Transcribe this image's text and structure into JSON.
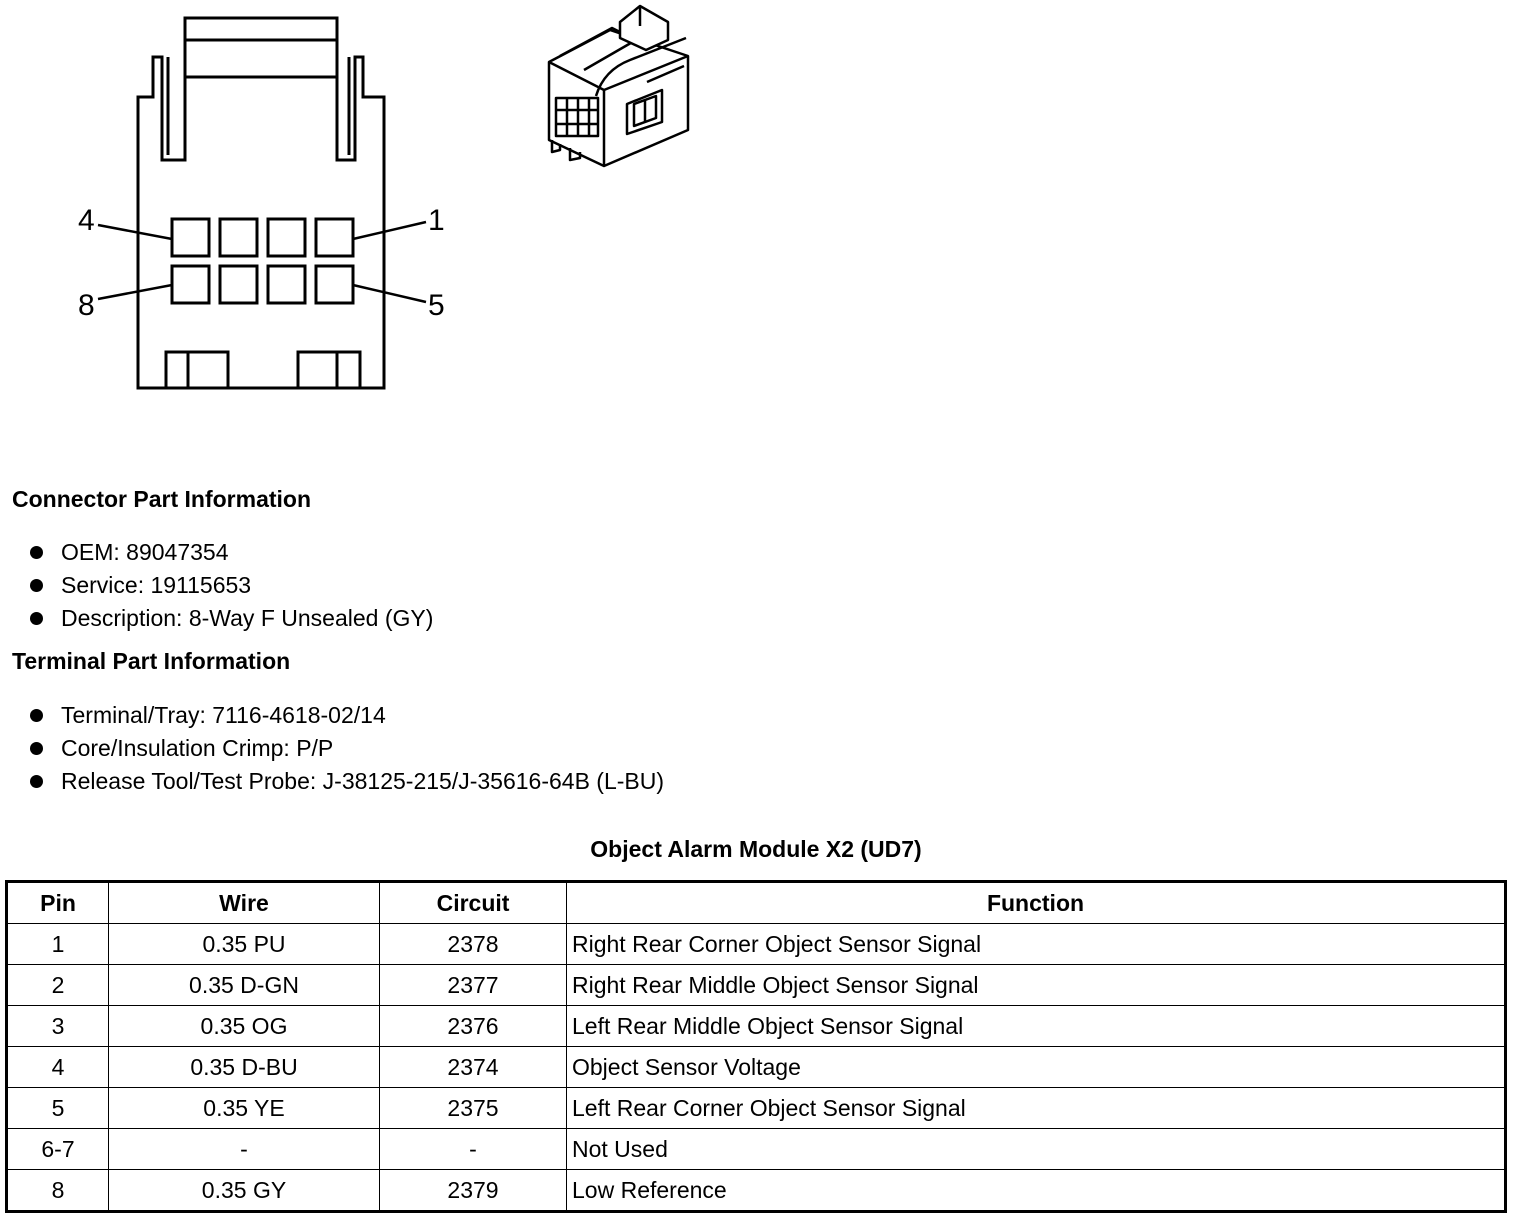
{
  "diagram": {
    "pin_labels": {
      "top_left": "4",
      "top_right": "1",
      "bottom_left": "8",
      "bottom_right": "5"
    }
  },
  "connector_info": {
    "heading": "Connector Part Information",
    "items": [
      "OEM: 89047354",
      "Service: 19115653",
      "Description: 8-Way F Unsealed (GY)"
    ]
  },
  "terminal_info": {
    "heading": "Terminal Part Information",
    "items": [
      "Terminal/Tray: 7116-4618-02/14",
      "Core/Insulation Crimp: P/P",
      "Release Tool/Test Probe: J-38125-215/J-35616-64B (L-BU)"
    ]
  },
  "pin_table": {
    "title": "Object Alarm Module X2 (UD7)",
    "headers": [
      "Pin",
      "Wire",
      "Circuit",
      "Function"
    ],
    "rows": [
      [
        "1",
        "0.35 PU",
        "2378",
        "Right Rear Corner Object Sensor Signal"
      ],
      [
        "2",
        "0.35 D-GN",
        "2377",
        "Right Rear Middle Object Sensor Signal"
      ],
      [
        "3",
        "0.35 OG",
        "2376",
        "Left Rear Middle Object Sensor Signal"
      ],
      [
        "4",
        "0.35 D-BU",
        "2374",
        "Object Sensor Voltage"
      ],
      [
        "5",
        "0.35 YE",
        "2375",
        "Left Rear Corner Object Sensor Signal"
      ],
      [
        "6-7",
        "-",
        "-",
        "Not Used"
      ],
      [
        "8",
        "0.35 GY",
        "2379",
        "Low Reference"
      ]
    ]
  }
}
